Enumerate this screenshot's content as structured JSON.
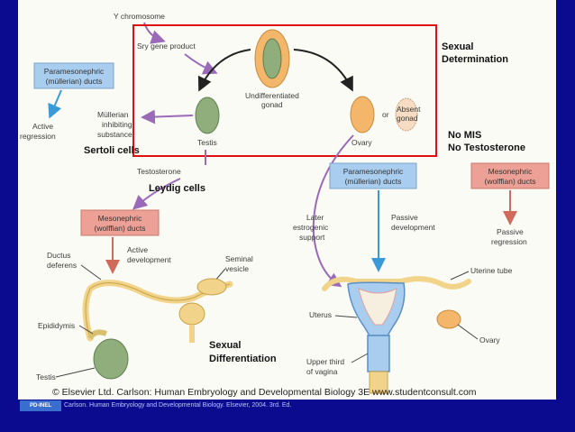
{
  "labels": {
    "y_chromosome": "Y chromosome",
    "sry": "Sry gene product",
    "undiff1": "Undifferentiated",
    "undiff2": "gonad",
    "testis_top": "Testis",
    "ovary_top": "Ovary",
    "or": "or",
    "absent1": "Absent",
    "absent2": "gonad",
    "mis1": "Müllerian",
    "mis2": "inhibiting",
    "mis3": "substance",
    "active_reg1": "Active",
    "active_reg2": "regression",
    "testosterone": "Testosterone",
    "active_dev1": "Active",
    "active_dev2": "development",
    "ductus1": "Ductus",
    "ductus2": "deferens",
    "seminal1": "Seminal",
    "seminal2": "vesicle",
    "epididymis": "Epididymis",
    "testis_bottom": "Testis",
    "later1": "Later",
    "later2": "estrogenic",
    "later3": "support",
    "passive_dev1": "Passive",
    "passive_dev2": "development",
    "passive_reg1": "Passive",
    "passive_reg2": "regression",
    "uterine_tube": "Uterine tube",
    "uterus": "Uterus",
    "ovary_bottom": "Ovary",
    "upper1": "Upper third",
    "upper2": "of vagina"
  },
  "boxes": {
    "paramesonephric_left": [
      "Paramesonephric",
      "(müllerian) ducts"
    ],
    "mesonephric_left": [
      "Mesonephric",
      "(wolffian) ducts"
    ],
    "paramesonephric_right": [
      "Paramesonephric",
      "(müllerian) ducts"
    ],
    "mesonephric_right": [
      "Mesonephric",
      "(wolffian) ducts"
    ]
  },
  "annotations": {
    "sexual_determination": [
      "Sexual",
      "Determination"
    ],
    "no_mis": "No MIS",
    "no_testosterone": "No Testosterone",
    "sertoli": "Sertoli cells",
    "leydig": "Leydig cells",
    "sexual_differentiation": [
      "Sexual",
      "Differentiation"
    ]
  },
  "copyright": "© Elsevier Ltd. Carlson: Human Embryology and Developmental Biology 3E www.studentconsult.com",
  "credit": {
    "badge": "PD-INEL",
    "text": "Carlson. Human Embryology and Developmental Biology. Elsevier, 2004. 3rd. Ed."
  },
  "colors": {
    "background": "#0b0b8f",
    "blue_box": "#a9cdee",
    "red_box": "#eda196",
    "gonad_green": "#8fae7c",
    "gonad_orange": "#f3b66a",
    "outline_red": "#e01010",
    "arrow_purple": "#9a6ab8"
  }
}
